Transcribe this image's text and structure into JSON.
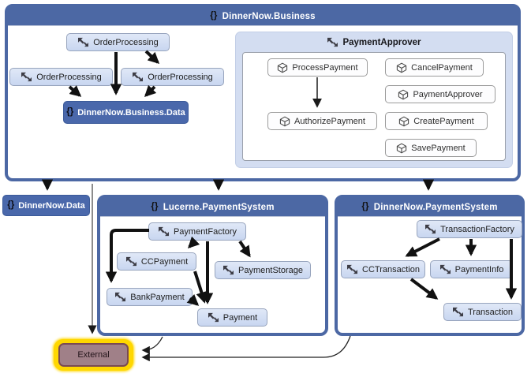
{
  "icons": {
    "braces": "{}",
    "method_icon": "dependency-arrows-icon",
    "cube_icon": "component-cube-icon"
  },
  "colors": {
    "container_blue": "#4c68a4",
    "light_node_fill": "#cfdbf2",
    "dark_node_fill": "#4a68ab",
    "subcontainer_fill": "#d3ddf1",
    "external_fill": "#a08088",
    "external_glow": "#ffd700",
    "arrow": "#111111"
  },
  "business": {
    "title": "DinnerNow.Business",
    "order_processing_top": "OrderProcessing",
    "order_processing_left": "OrderProcessing",
    "order_processing_mid": "OrderProcessing",
    "business_data": "DinnerNow.Business.Data"
  },
  "payment_approver": {
    "title": "PaymentApprover",
    "process_payment": "ProcessPayment",
    "cancel_payment": "CancelPayment",
    "payment_approver": "PaymentApprover",
    "authorize_payment": "AuthorizePayment",
    "create_payment": "CreatePayment",
    "save_payment": "SavePayment"
  },
  "dinnernow_data": {
    "label": "DinnerNow.Data"
  },
  "lucerne": {
    "title": "Lucerne.PaymentSystem",
    "payment_factory": "PaymentFactory",
    "cc_payment": "CCPayment",
    "payment_storage": "PaymentStorage",
    "bank_payment": "BankPayment",
    "payment": "Payment"
  },
  "dinnernow_payment": {
    "title": "DinnerNow.PaymentSystem",
    "transaction_factory": "TransactionFactory",
    "cc_transaction": "CCTransaction",
    "payment_info": "PaymentInfo",
    "transaction": "Transaction"
  },
  "external": {
    "label": "External"
  }
}
